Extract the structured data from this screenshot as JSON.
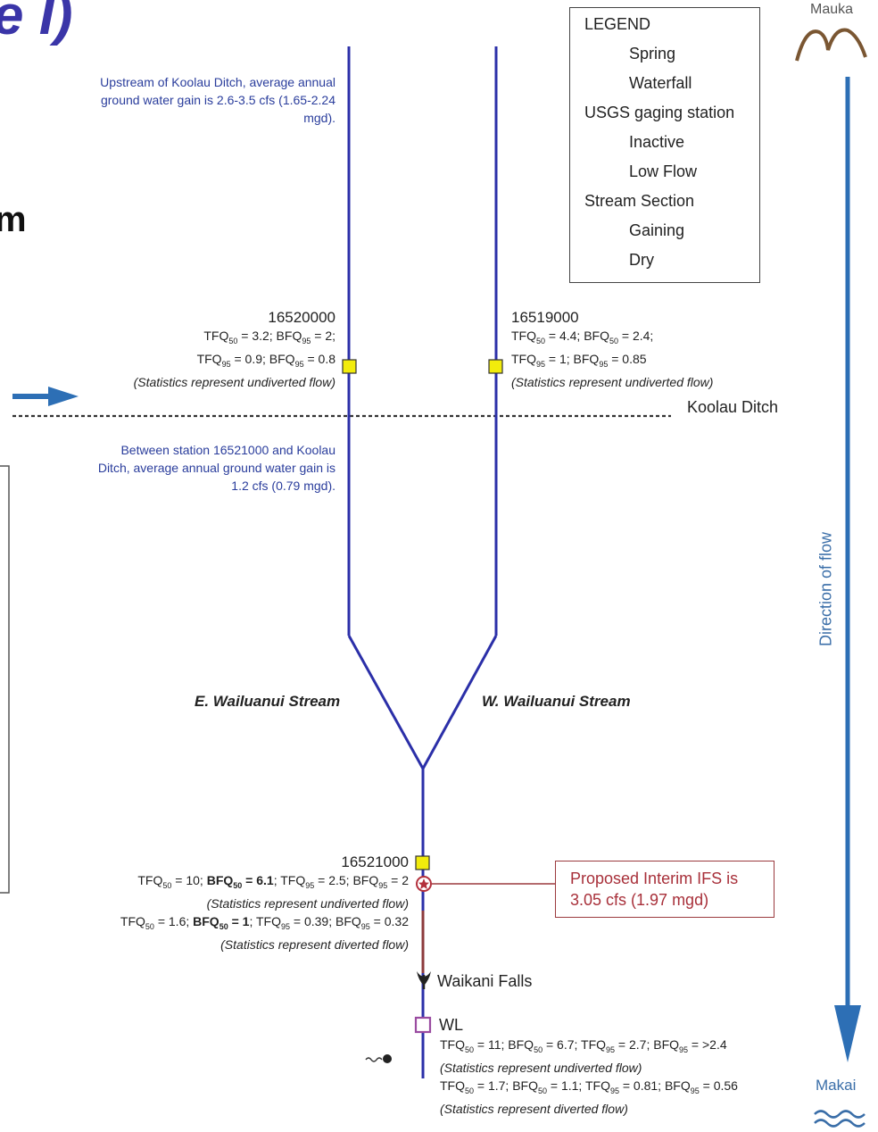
{
  "title_fragment": "e I)",
  "subtitle_fragment": "m",
  "colors": {
    "gaining": "#2b2fa8",
    "dry": "#8c3a3c",
    "inactive_fill": "#f2ec0c",
    "low_flow_border": "#9a4ba0",
    "arrow": "#2d6fb5",
    "ifs_text": "#a8303a",
    "note_blue": "#2a3d9c"
  },
  "legend": {
    "title": "LEGEND",
    "spring": "Spring",
    "waterfall": "Waterfall",
    "usgs_heading": "USGS gaging station",
    "inactive": "Inactive",
    "low_flow": "Low Flow",
    "section_heading": "Stream Section",
    "gaining": "Gaining",
    "dry": "Dry"
  },
  "direction": {
    "top": "Mauka",
    "bottom": "Makai",
    "label": "Direction of flow",
    "top_icon": "mountain-icon",
    "bottom_icon": "waves-icon"
  },
  "notes": {
    "upstream": [
      "Upstream of Koolau Ditch, average annual",
      "ground water gain is 2.6-3.5 cfs (1.65-2.24",
      "mgd)."
    ],
    "between": [
      "Between station 16521000 and Koolau",
      "Ditch, average annual ground water gain is",
      "1.2 cfs (0.79 mgd)."
    ]
  },
  "stations": {
    "east": {
      "id": "16520000",
      "line1": {
        "p1": "TFQ",
        "s1": "50",
        "p2": " = 3.2; BFQ",
        "s2": "95",
        "p3": " = 2;"
      },
      "line2": {
        "p1": "TFQ",
        "s1": "95",
        "p2": " = 0.9; BFQ",
        "s2": "95",
        "p3": " = 0.8"
      },
      "note": "(Statistics represent undiverted flow)"
    },
    "west": {
      "id": "16519000",
      "line1": {
        "p1": "TFQ",
        "s1": "50",
        "p2": " = 4.4; BFQ",
        "s2": "50",
        "p3": " = 2.4;"
      },
      "line2": {
        "p1": "TFQ",
        "s1": "95",
        "p2": " = 1; BFQ",
        "s2": "95",
        "p3": " = 0.85"
      },
      "note": "(Statistics represent undiverted flow)"
    },
    "main": {
      "id": "16521000",
      "undiverted": {
        "a": "TFQ",
        "a_sub": "50",
        "b": " = 10; ",
        "c": "BFQ",
        "c_sub": "50",
        "d": " = 6.1",
        "e": "; TFQ",
        "e_sub": "95",
        "f": " = 2.5; BFQ",
        "f_sub": "95",
        "g": " = 2"
      },
      "undiverted_note": "(Statistics represent undiverted flow)",
      "diverted": {
        "a": "TFQ",
        "a_sub": "50",
        "b": " = 1.6; ",
        "c": "BFQ",
        "c_sub": "50",
        "d": " = 1",
        "e": "; TFQ",
        "e_sub": "95",
        "f": " = 0.39; BFQ",
        "f_sub": "95",
        "g": " = 0.32"
      },
      "diverted_note": "(Statistics represent diverted flow)"
    },
    "wl": {
      "id": "WL",
      "undiverted": {
        "a": "TFQ",
        "a_sub": "50",
        "b": " = 11; BFQ",
        "b_sub": "50",
        "c": " = 6.7; TFQ",
        "c_sub": "95",
        "d": " = 2.7; BFQ",
        "d_sub": "95",
        "e": " = >2.4"
      },
      "undiverted_note": "(Statistics represent undiverted flow)",
      "diverted": {
        "a": "TFQ",
        "a_sub": "50",
        "b": " = 1.7; BFQ",
        "b_sub": "50",
        "c": " = 1.1; TFQ",
        "c_sub": "95",
        "d": " = 0.81; BFQ",
        "d_sub": "95",
        "e": " = 0.56"
      },
      "diverted_note": "(Statistics represent diverted flow)"
    }
  },
  "streams": {
    "east": "E. Wailuanui Stream",
    "west": "W. Wailuanui Stream"
  },
  "ditch": "Koolau Ditch",
  "falls": "Waikani Falls",
  "ifs": {
    "line1": "Proposed Interim IFS is",
    "line2": "3.05 cfs (1.97 mgd)"
  }
}
